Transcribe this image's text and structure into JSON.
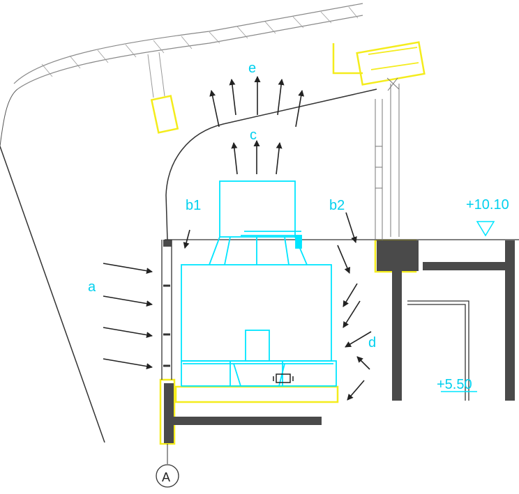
{
  "labels": {
    "a": "a",
    "b1": "b1",
    "b2": "b2",
    "c": "c",
    "d": "d",
    "e": "e",
    "elev_high": "+10.10",
    "elev_low": "+5.50",
    "axis_a": "A"
  },
  "colors": {
    "cyan": "#00e5ff",
    "yellow": "#f4ec1c",
    "wall": "#4a4a4a",
    "line": "#333333",
    "roof": "#7a7a7a"
  }
}
